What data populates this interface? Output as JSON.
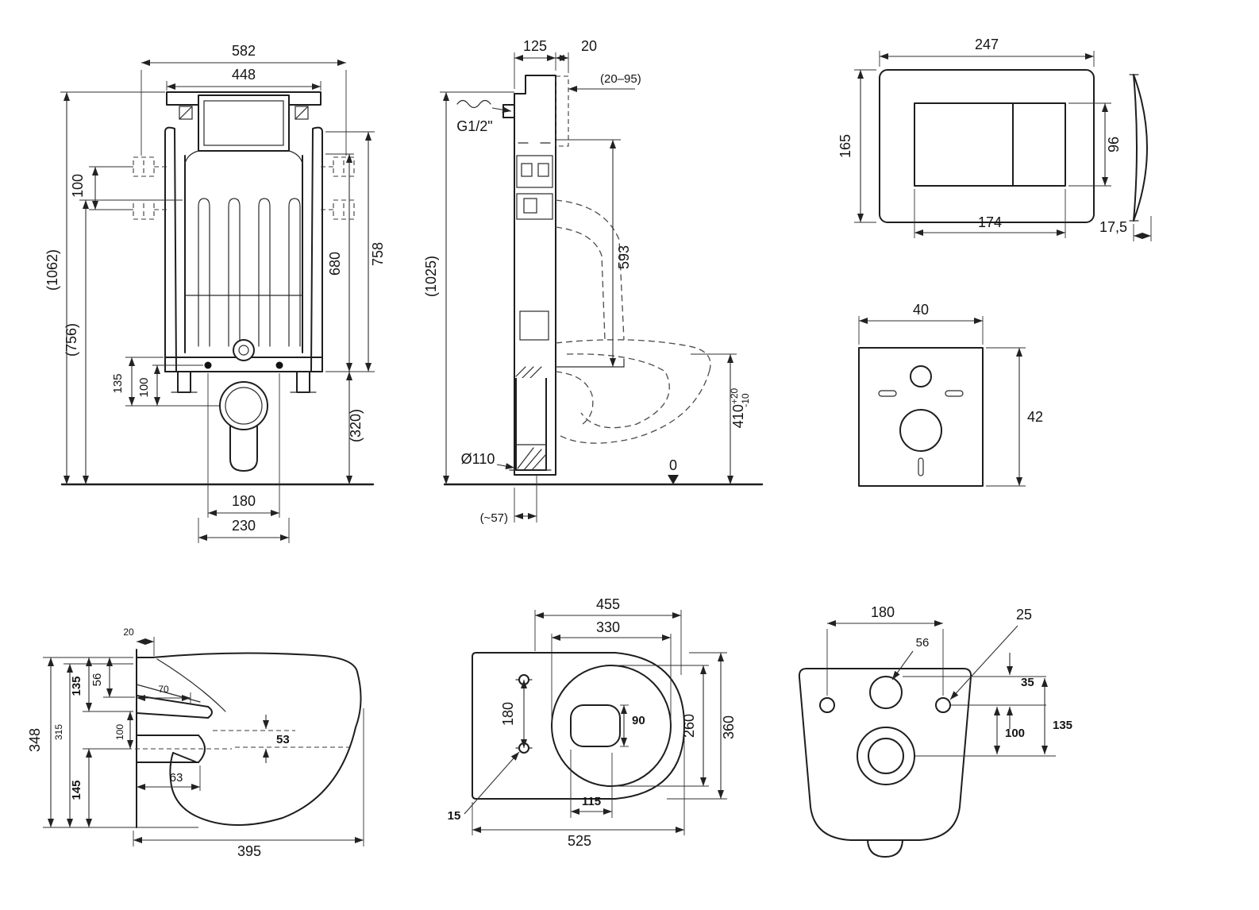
{
  "colors": {
    "ink": "#1e1e1e",
    "background": "#ffffff"
  },
  "views": {
    "cistern_front": {
      "d582": "582",
      "d448": "448",
      "d100_top": "100",
      "d1062": "(1062)",
      "d756": "(756)",
      "d135": "135",
      "d100_low": "100",
      "d758": "758",
      "d680": "680",
      "d320": "(320)",
      "d180": "180",
      "d230": "230"
    },
    "cistern_side": {
      "d125": "125",
      "d20": "20",
      "d20_95": "(20–95)",
      "inlet": "G1/2\"",
      "d1025": "(1025)",
      "d593": "593",
      "d410": "410",
      "tol_up": "+20",
      "tol_dn": "-10",
      "d110": "Ø110",
      "d57": "(~57)",
      "zero": "0"
    },
    "flush_plate": {
      "d247": "247",
      "d165": "165",
      "d174": "174",
      "d96": "96",
      "d175": "17,5"
    },
    "sound_pad": {
      "d40": "40",
      "d42": "42"
    },
    "toilet_side": {
      "d348": "348",
      "d315": "315",
      "d135": "135",
      "d145": "145",
      "d56": "56",
      "d20": "20",
      "d70": "70",
      "d100": "100",
      "d53": "53",
      "d63": "63",
      "d395": "395"
    },
    "toilet_top": {
      "d455": "455",
      "d330": "330",
      "d180": "180",
      "d90": "90",
      "d115": "115",
      "d15": "15",
      "d525": "525",
      "d260": "260",
      "d360": "360"
    },
    "toilet_rear": {
      "d180": "180",
      "d56": "56",
      "d25": "25",
      "d35": "35",
      "d100": "100",
      "d135": "135"
    }
  }
}
